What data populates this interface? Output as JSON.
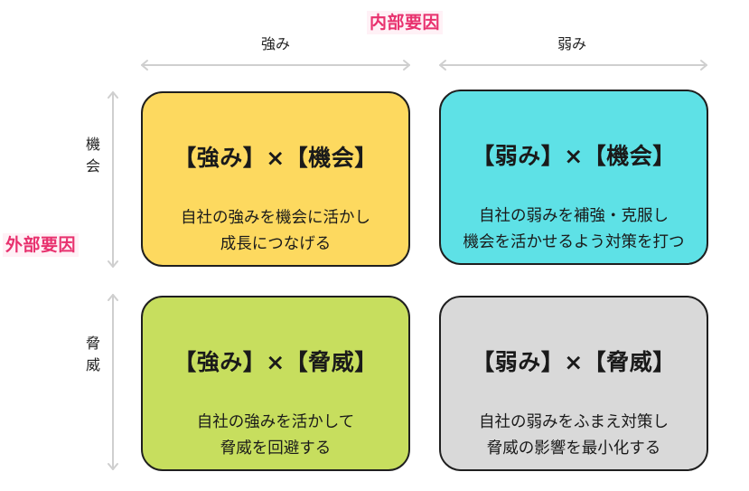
{
  "internal_title": "内部要因",
  "external_title": "外部要因",
  "columns": [
    {
      "label": "強み"
    },
    {
      "label": "弱み"
    }
  ],
  "rows": [
    {
      "label": "機会"
    },
    {
      "label": "脅威"
    }
  ],
  "colors": {
    "accent": "#e8316e",
    "so": "#fdd95f",
    "wo": "#5ee1e6",
    "st": "#c7de5e",
    "wt": "#d9d9d9",
    "arrow": "#cfcfcf",
    "border": "#1f1f1f"
  },
  "quadrants": {
    "so": {
      "title": "【強み】×【機会】",
      "lines": [
        "自社の強みを機会に活かし",
        "成長につなげる"
      ]
    },
    "wo": {
      "title": "【弱み】×【機会】",
      "lines": [
        "自社の弱みを補強・克服し",
        "機会を活かせるよう対策を打つ"
      ]
    },
    "st": {
      "title": "【強み】×【脅威】",
      "lines": [
        "自社の強みを活かして",
        "脅威を回避する"
      ]
    },
    "wt": {
      "title": "【弱み】×【脅威】",
      "lines": [
        "自社の弱みをふまえ対策し",
        "脅威の影響を最小化する"
      ]
    }
  }
}
